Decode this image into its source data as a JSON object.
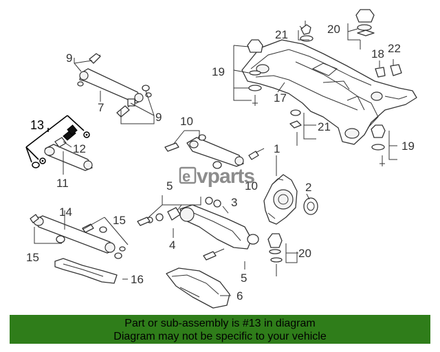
{
  "diagram": {
    "callouts": [
      {
        "id": "c9a",
        "text": "9"
      },
      {
        "id": "c7",
        "text": "7"
      },
      {
        "id": "c9b",
        "text": "9"
      },
      {
        "id": "c13",
        "text": "13"
      },
      {
        "id": "c12",
        "text": "12"
      },
      {
        "id": "c11",
        "text": "11"
      },
      {
        "id": "c10a",
        "text": "10"
      },
      {
        "id": "c10b",
        "text": "10"
      },
      {
        "id": "c14",
        "text": "14"
      },
      {
        "id": "c15a",
        "text": "15"
      },
      {
        "id": "c15b",
        "text": "15"
      },
      {
        "id": "c16",
        "text": "16"
      },
      {
        "id": "c5a",
        "text": "5"
      },
      {
        "id": "c3",
        "text": "3"
      },
      {
        "id": "c4",
        "text": "4"
      },
      {
        "id": "c5b",
        "text": "5"
      },
      {
        "id": "c6",
        "text": "6"
      },
      {
        "id": "c1",
        "text": "1"
      },
      {
        "id": "c2",
        "text": "2"
      },
      {
        "id": "c20a",
        "text": "20"
      },
      {
        "id": "c21a",
        "text": "21"
      },
      {
        "id": "c20b",
        "text": "20"
      },
      {
        "id": "c19a",
        "text": "19"
      },
      {
        "id": "c17",
        "text": "17"
      },
      {
        "id": "c18",
        "text": "18"
      },
      {
        "id": "c22",
        "text": "22"
      },
      {
        "id": "c21b",
        "text": "21"
      },
      {
        "id": "c19b",
        "text": "19"
      }
    ],
    "highlighted_callout": "13",
    "highlight_color": "#000000",
    "line_color": "#333333",
    "watermark": {
      "mark": "e",
      "text": "vparts",
      "color": "#666666"
    }
  },
  "banner": {
    "line1": "Part or sub-assembly is #13 in diagram",
    "line2": "Diagram may not be specific to your vehicle",
    "background": "#2f7d1a"
  }
}
